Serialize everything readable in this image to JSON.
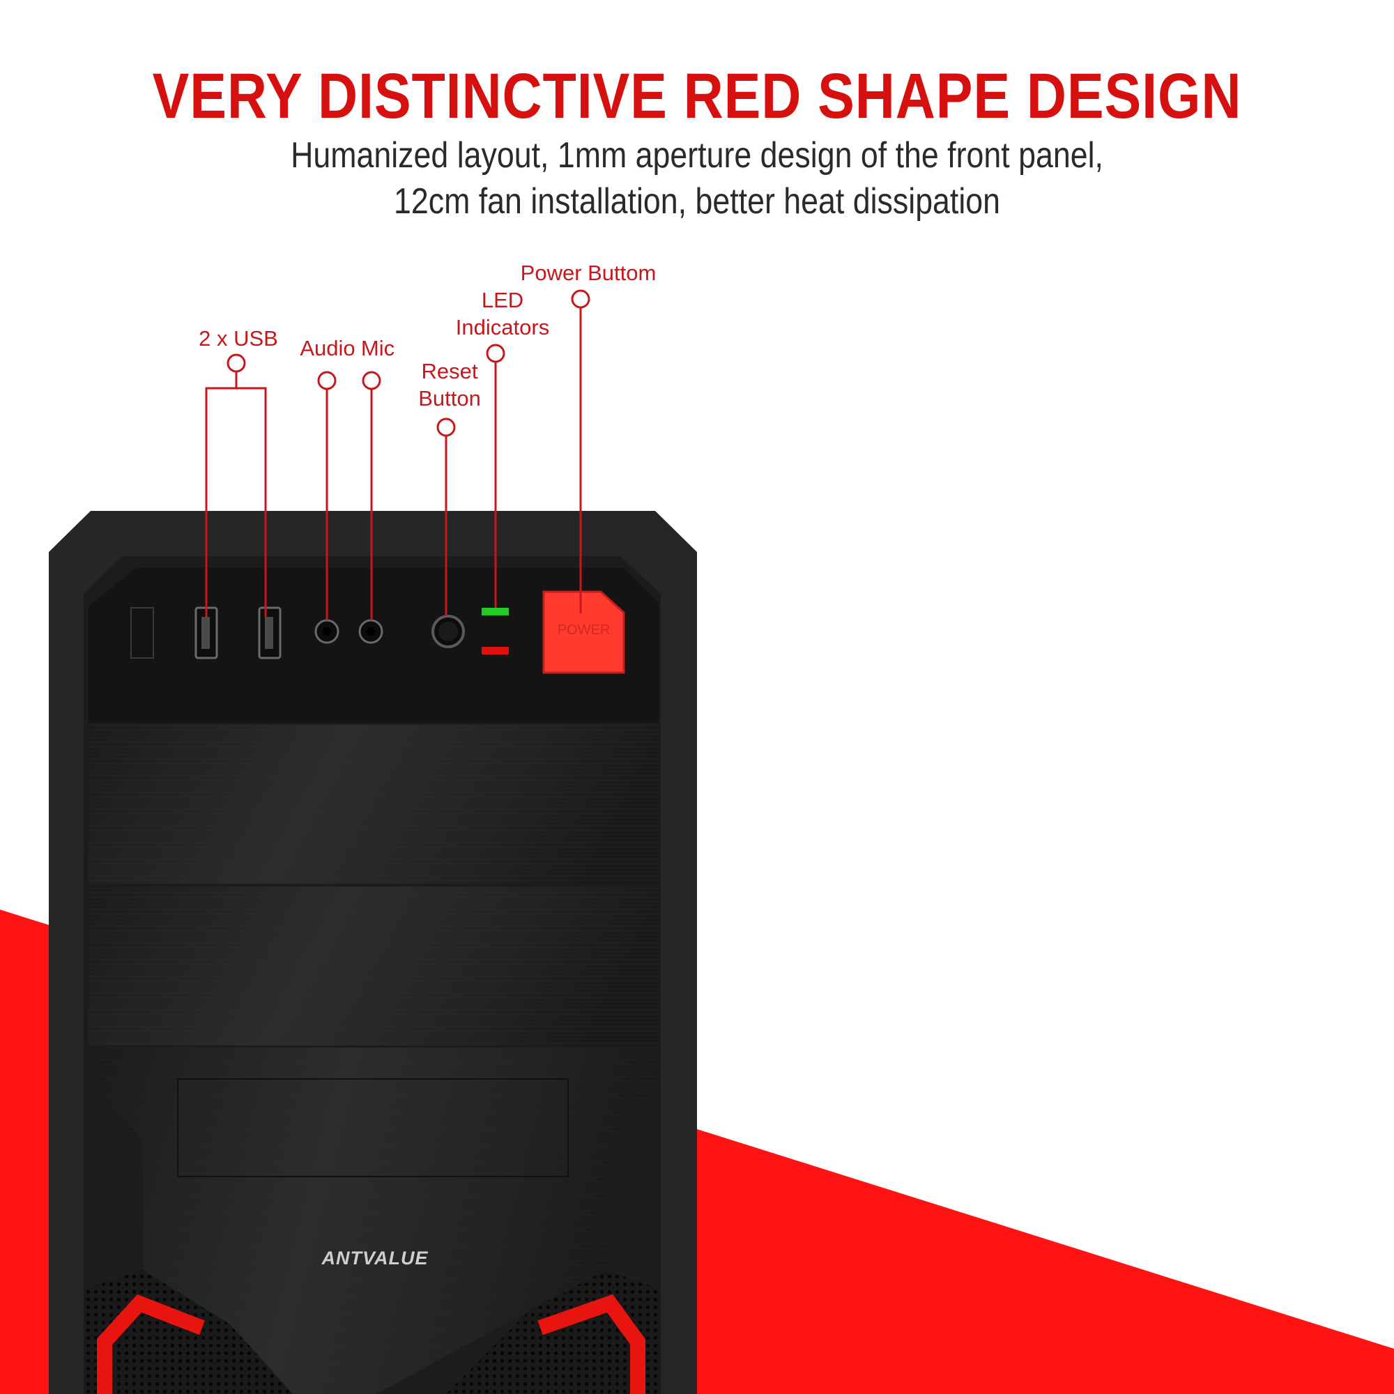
{
  "header": {
    "title": "VERY DISTINCTIVE RED SHAPE DESIGN",
    "subtitle_line1": "Humanized layout, 1mm aperture design of the front panel,",
    "subtitle_line2": "12cm fan installation, better heat dissipation"
  },
  "callouts": {
    "usb": "2 x USB",
    "audio": "Audio",
    "mic": "Mic",
    "reset_line1": "Reset",
    "reset_line2": "Button",
    "led_line1": "LED",
    "led_line2": "Indicators",
    "power": "Power Buttom"
  },
  "case": {
    "power_key_label": "POWER",
    "brand_logo": "ANTVALUE"
  },
  "colors": {
    "accent_red": "#d60f0f",
    "background_red": "#ff1212",
    "case_black": "#1e1e1e",
    "led_green": "#22cc22",
    "led_red": "#e01010",
    "subtitle_text": "#2a2a2a"
  }
}
